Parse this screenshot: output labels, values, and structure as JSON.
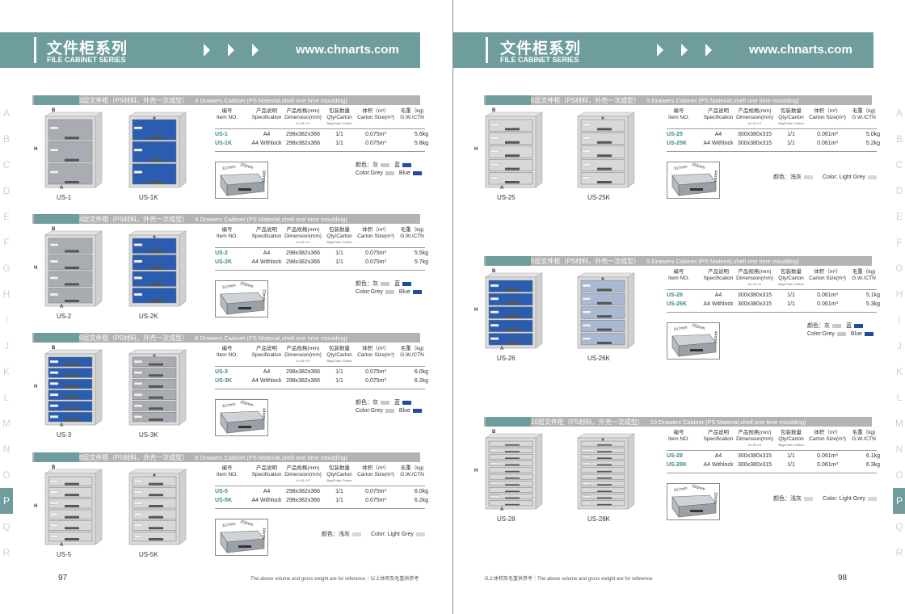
{
  "header": {
    "title_cn": "文件柜系列",
    "title_en": "FILE CABINET SERIES",
    "url": "www.chnarts.com"
  },
  "alphabet": [
    "A",
    "B",
    "C",
    "D",
    "E",
    "F",
    "G",
    "H",
    "I",
    "J",
    "K",
    "L",
    "M",
    "N",
    "O",
    "P",
    "Q",
    "R"
  ],
  "active_letter": "P",
  "table_headers": {
    "item_cn": "编号",
    "item_en": "Item NO.",
    "spec_cn": "产品说明",
    "spec_en": "Specification",
    "dim_cn": "产品规格(mm)",
    "dim_en": "Dimension(mm)",
    "dim_sub": "A x B x H",
    "qty_cn": "包装数量",
    "qty_en": "Qty/Carton",
    "qty_sub": "Bag/Outer Carton",
    "carton_cn": "体积（m³）",
    "carton_en": "Carton Size(m³)",
    "gw_cn": "毛重（kg)",
    "gw_en": "G.W./CTN"
  },
  "left_page": {
    "page_number": "97",
    "footer": "The above volume and gross weight are for reference｜以上体积及毛重供参考",
    "sections": [
      {
        "title_cn": "3层文件柜（PS材料，外壳一次成型）",
        "title_en": "3 Drawers Cabinet (PS Material,shell one time moulding)",
        "rows": [
          [
            "US-1",
            "A4",
            "298x382x366",
            "1/1",
            "0.075m³",
            "5.6kg"
          ],
          [
            "US-1K",
            "A4 Withlock",
            "298x382x366",
            "1/1",
            "0.075m³",
            "5.8kg"
          ]
        ],
        "color_cn": "颜色：",
        "color_a_cn": "灰",
        "color_b_cn": "蓝",
        "color_en": "Color:",
        "color_a_en": "Grey",
        "color_b_en": "Blue",
        "tray_w": "317mm",
        "tray_d": "253mm",
        "tray_h": "90mm",
        "models": [
          "US-1",
          "US-1K"
        ]
      },
      {
        "title_cn": "4层文件柜（PS材料，外壳一次成型）",
        "title_en": "4 Drawers Cabinet (PS Material,shell one time moulding)",
        "rows": [
          [
            "US-2",
            "A4",
            "298x382x366",
            "1/1",
            "0.075m³",
            "5.5kg"
          ],
          [
            "US-2K",
            "A4 Withlock",
            "298x382x366",
            "1/1",
            "0.075m³",
            "5.7kg"
          ]
        ],
        "color_cn": "颜色：",
        "color_a_cn": "灰",
        "color_b_cn": "蓝",
        "color_en": "Color:",
        "color_a_en": "Grey",
        "color_b_en": "Blue",
        "tray_w": "317mm",
        "tray_d": "253mm",
        "tray_h": "73mm",
        "models": [
          "US-2",
          "US-2K"
        ]
      },
      {
        "title_cn": "6层文件柜（PS材料，外壳一次成型）",
        "title_en": "6 Drawers Cabinet (PS Material,shell one time moulding)",
        "rows": [
          [
            "US-3",
            "A4",
            "298x382x366",
            "1/1",
            "0.075m³",
            "6.0kg"
          ],
          [
            "US-3K",
            "A4 Withlock",
            "298x382x366",
            "1/1",
            "0.075m³",
            "6.2kg"
          ]
        ],
        "color_cn": "颜色：",
        "color_a_cn": "灰",
        "color_b_cn": "蓝",
        "color_en": "Color:",
        "color_a_en": "Grey",
        "color_b_en": "Blue",
        "tray_w": "317mm",
        "tray_d": "253mm",
        "tray_h": "44mm",
        "models": [
          "US-3",
          "US-3K"
        ]
      },
      {
        "title_cn": "6层文件柜（PS材料，外壳一次成型）",
        "title_en": "6 Drawers Cabinet (PS Material,shell one time moulding)",
        "rows": [
          [
            "US-5",
            "A4",
            "298x382x366",
            "1/1",
            "0.075m³",
            "6.0kg"
          ],
          [
            "US-5K",
            "A4 Withlock",
            "298x382x366",
            "1/1",
            "0.075m³",
            "6.2kg"
          ]
        ],
        "color_cn": "颜色：浅灰",
        "color_en": "Color: Light Grey",
        "tray_w": "317mm",
        "tray_d": "253mm",
        "tray_h": "44mm",
        "models": [
          "US-5",
          "US-5K"
        ]
      }
    ]
  },
  "right_page": {
    "page_number": "98",
    "footer": "以上体积及毛重供参考｜The above volume and gross weight are for reference",
    "sections": [
      {
        "title_cn": "5层文件柜（PS材料，外壳一次成型）",
        "title_en": "5 Drawers Cabinet (PS Material,shell one time moulding)",
        "rows": [
          [
            "US-25",
            "A4",
            "300x380x315",
            "1/1",
            "0.061m³",
            "5.0kg"
          ],
          [
            "US-25K",
            "A4 Withlock",
            "300x380x315",
            "1/1",
            "0.061m³",
            "5.2kg"
          ]
        ],
        "color_cn": "颜色：浅灰",
        "color_en": "Color: Light Grey",
        "tray_w": "317mm",
        "tray_d": "253mm",
        "tray_h": "44mm",
        "models": [
          "US-25",
          "US-25K"
        ]
      },
      {
        "title_cn": "5层文件柜（PS材料，外壳一次成型）",
        "title_en": "5 Drawers Cabinet (PS Material,shell one time moulding)",
        "rows": [
          [
            "US-26",
            "A4",
            "300x380x315",
            "1/1",
            "0.061m³",
            "5.1kg"
          ],
          [
            "US-26K",
            "A4 Withlock",
            "300x380x315",
            "1/1",
            "0.061m³",
            "5.3kg"
          ]
        ],
        "color_cn": "颜色：",
        "color_a_cn": "灰",
        "color_b_cn": "蓝",
        "color_en": "Color:",
        "color_a_en": "Grey",
        "color_b_en": "Blue",
        "tray_w": "317mm",
        "tray_d": "253mm",
        "tray_h": "44mm",
        "models": [
          "US-26",
          "US-26K"
        ]
      },
      {
        "title_cn": "10层文件柜（PS材料，外壳一次成型）",
        "title_en": "10 Drawers Cabinet (PS Material,shell one time moulding)",
        "rows": [
          [
            "US-28",
            "A4",
            "300x380x315",
            "1/1",
            "0.061m³",
            "6.1kg"
          ],
          [
            "US-28K",
            "A4 Withlock",
            "300x380x315",
            "1/1",
            "0.061m³",
            "6.3kg"
          ]
        ],
        "color_cn": "颜色：浅灰",
        "color_en": "Color: Light Grey",
        "tray_w": "317mm",
        "tray_d": "253mm",
        "tray_h": "18mm",
        "models": [
          "US-28",
          "US-28K"
        ]
      }
    ]
  },
  "dim_letters": {
    "a": "A",
    "b": "B",
    "h": "H"
  },
  "colors": {
    "accent": "#6f9c9c",
    "section_bar": "#b3b3b3",
    "grey_swatch": "#c8c8c8",
    "blue_swatch": "#1f4f9a",
    "light_grey_swatch": "#d6d6d6"
  }
}
